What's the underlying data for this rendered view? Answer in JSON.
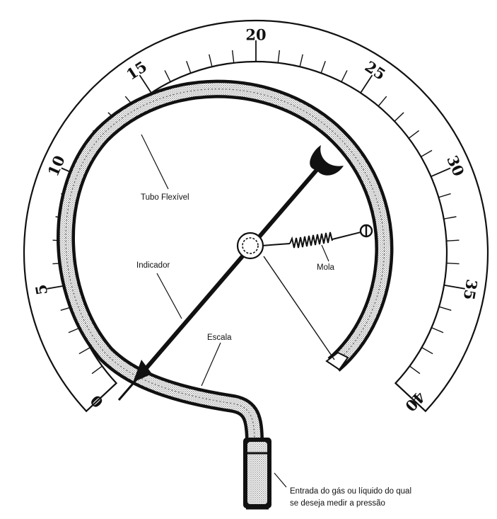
{
  "scale": {
    "min": 0,
    "max": 40,
    "major_step": 5,
    "labels": [
      "0",
      "5",
      "10",
      "15",
      "20",
      "25",
      "30",
      "35",
      "40"
    ]
  },
  "callouts": {
    "tube": "Tubo Flexível",
    "pointer": "Indicador",
    "spring": "Mola",
    "scale": "Escala",
    "inlet_line1": "Entrada do gás ou líquido do qual",
    "inlet_line2": "se deseja medir a pressão"
  },
  "colors": {
    "ink": "#111111",
    "stipple": "#c8c8c8",
    "paper": "#ffffff"
  }
}
